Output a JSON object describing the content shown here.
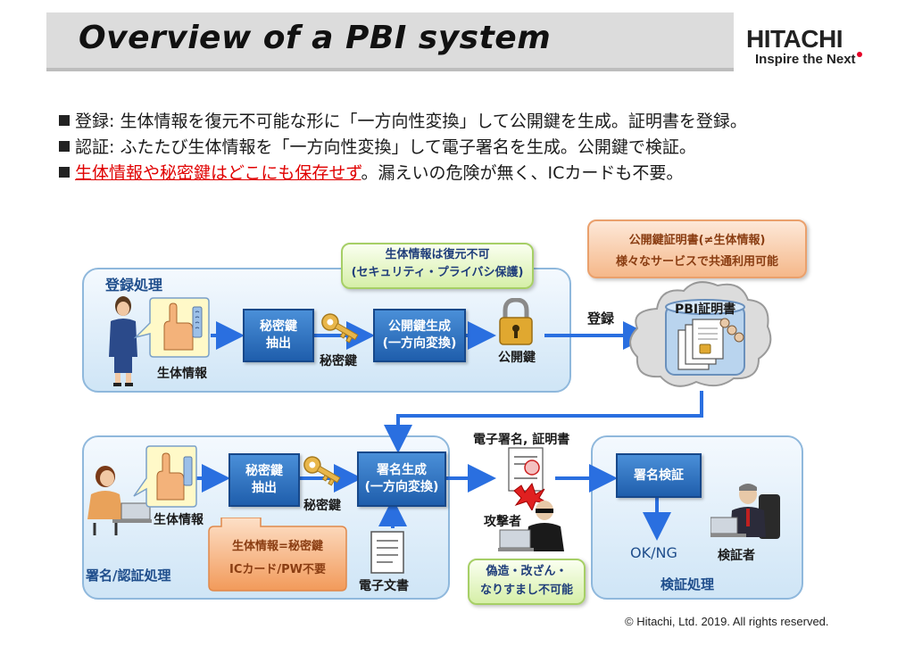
{
  "header": {
    "title": "Overview of a PBI system",
    "logo_name": "HITACHI",
    "logo_tagline": "Inspire the Next"
  },
  "bullets": [
    {
      "text": "登録: 生体情報を復元不可能な形に「一方向性変換」して公開鍵を生成。証明書を登録。"
    },
    {
      "text": "認証: ふたたび生体情報を「一方向性変換」して電子署名を生成。公開鍵で検証。"
    },
    {
      "highlight": "生体情報や秘密鍵はどこにも保存せず",
      "text": "。漏えいの危険が無く、ICカードも不要。"
    }
  ],
  "colors": {
    "accent_red": "#e00000",
    "panel_blue": "#cfe5f6",
    "box_blue": "#1f5eac",
    "arrow_blue": "#2a6fe0",
    "callout_green": "#d6efa8",
    "callout_orange": "#f5b88a"
  },
  "registration": {
    "panel_label": "登録処理",
    "biometric_label": "生体情報",
    "extract_box": "秘密鍵\n抽出",
    "key_label": "秘密鍵",
    "generate_box": "公開鍵生成\n(一方向変換)",
    "public_key_label": "公開鍵",
    "register_label": "登録",
    "callout": "生体情報は復元不可\n(セキュリティ・プライバシ保護)"
  },
  "cloud": {
    "title": "PBI証明書",
    "callout": "公開鍵証明書(≠生体情報)\n様々なサービスで共通利用可能"
  },
  "signing": {
    "panel_label": "署名/認証処理",
    "biometric_label": "生体情報",
    "extract_box": "秘密鍵\n抽出",
    "key_label": "秘密鍵",
    "signature_box": "署名生成\n(一方向変換)",
    "document_label": "電子文書",
    "callout": "生体情報=秘密鍵\nICカード/PW不要"
  },
  "middle": {
    "signature_label": "電子署名, 証明書",
    "attacker_label": "攻撃者",
    "callout": "偽造・改ざん・\nなりすまし不可能"
  },
  "verification": {
    "panel_label": "検証処理",
    "verify_box": "署名検証",
    "result_label": "OK/NG",
    "verifier_label": "検証者"
  },
  "footer": {
    "copyright": "© Hitachi, Ltd. 2019. All rights reserved."
  }
}
